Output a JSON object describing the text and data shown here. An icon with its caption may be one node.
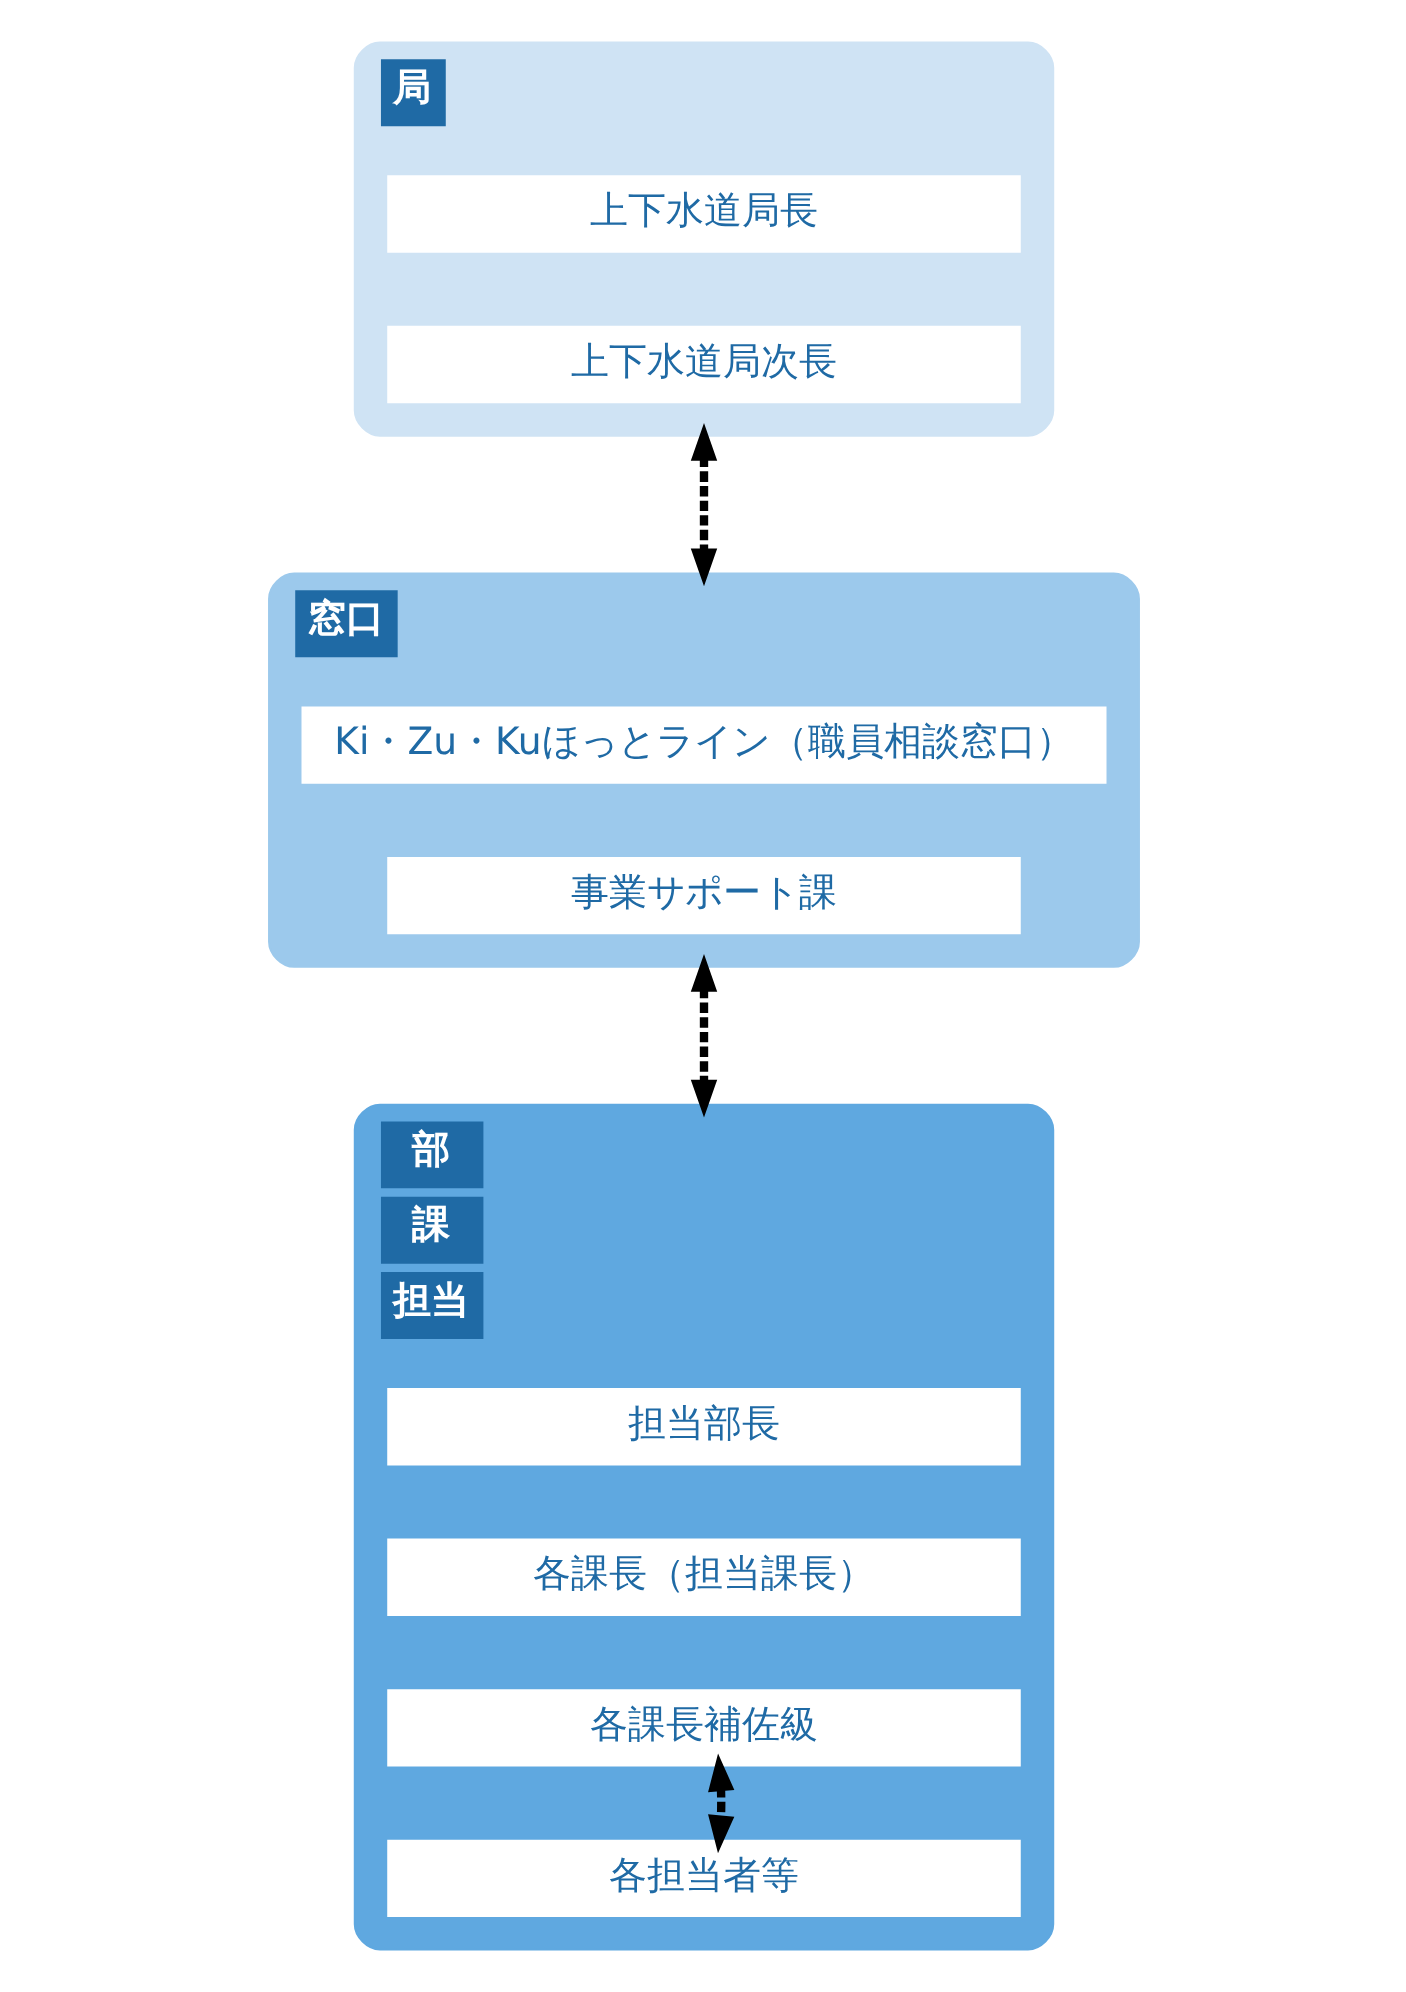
{
  "diagram": {
    "nodes": [
      {
        "text": [
          "局"
        ]
      },
      {
        "text": [
          "上下水道局長"
        ],
        "in": 0
      },
      {
        "text": [
          "上下水道局次長"
        ],
        "in": 0
      },
      {
        "text": [
          "窓口"
        ]
      },
      {
        "text": [
          "Ki・Zu・Kuほっとライン（職員相談窓口）"
        ],
        "in": 3
      },
      {
        "text": [
          "事業サポート課"
        ],
        "in": 3
      },
      {
        "text": [
          "部",
          "課",
          "担当"
        ]
      },
      {
        "text": [
          "担当部長"
        ],
        "in": 6
      },
      {
        "text": [
          "各課長（担当課長）"
        ],
        "in": 6
      },
      {
        "text": [
          "各課長補佐級"
        ],
        "in": 6
      },
      {
        "text": [
          "各担当者等"
        ],
        "in": 6
      }
    ],
    "edges": [
      {
        "from": 0,
        "to": 3,
        "arrow": "both",
        "style": "dashed"
      },
      {
        "from": 3,
        "to": 6,
        "arrow": "both",
        "style": "dashed"
      },
      {
        "from": 9,
        "to": 10,
        "arrow": "both",
        "style": "dashed"
      }
    ]
  }
}
